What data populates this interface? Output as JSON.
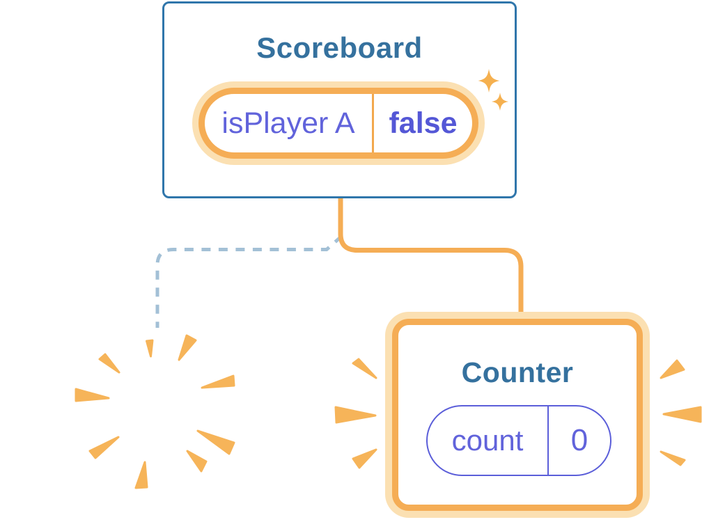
{
  "diagram": {
    "description": "React component tree state diagram",
    "scoreboard": {
      "title": "Scoreboard",
      "state": {
        "key": "isPlayer A",
        "value": "false"
      }
    },
    "counter": {
      "title": "Counter",
      "state": {
        "key": "count",
        "value": "0"
      }
    },
    "removed_component": {
      "label": ""
    }
  },
  "colors": {
    "card_border_blue": "#3076AB",
    "title_steel_blue": "#35719E",
    "state_text_purple": "#6163DB",
    "state_value_purple": "#5457D6",
    "pill_orange": "#F5AD55",
    "pill_glow_orange": "#FBE0B2",
    "counter_pill_border_purple": "#5B5ED9",
    "removed_link_blue": "#A3C0D6",
    "burst_orange": "#F6B459",
    "background": "#FFFFFF"
  },
  "icons": {
    "sparkles": "sparkle-icon",
    "poof": "poof-burst-icon",
    "emphasis": "emphasis-burst-icon"
  }
}
